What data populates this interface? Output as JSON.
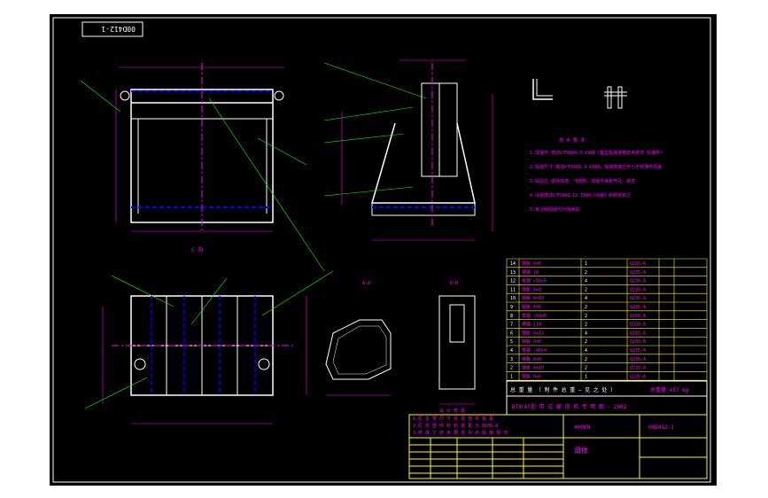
{
  "drawing": {
    "drawing_code_stamp": "00D412-1",
    "view_label_c": "C 向",
    "section_label_aa": "A-A",
    "section_label_bb": "B-B",
    "tech_req_title": "技 术 要 求",
    "tech_req_lines": [
      "1.焊接件 按JB/T5000.3-1998《重型机械通用技术条件 焊接件》",
      "2.焊缝尺寸 按JB/T5000.3-1998，焊缝高度应不小于较薄件厚度",
      "3.焊后应 去除焊渣、飞溅物，焊缝不得有气孔、夹渣",
      "4.涂装按JB/T5000.12-1998《涂装》的规定执行",
      "5.未注明焊缝均为连续焊"
    ]
  },
  "parts_table": {
    "rows": [
      {
        "no": "14",
        "name": "钢板 δ=6",
        "qty": "1",
        "mat": "Q235-A"
      },
      {
        "no": "13",
        "name": "槽钢 [8",
        "qty": "2",
        "mat": "Q235-A"
      },
      {
        "no": "12",
        "name": "角钢 ∠50×5",
        "qty": "4",
        "mat": "Q235-A"
      },
      {
        "no": "11",
        "name": "钢板 δ=8",
        "qty": "2",
        "mat": "Q235-A"
      },
      {
        "no": "10",
        "name": "钢板 δ=10",
        "qty": "4",
        "mat": "Q235-A"
      },
      {
        "no": "9",
        "name": "钢板 δ=6",
        "qty": "2",
        "mat": "Q235-A"
      },
      {
        "no": "8",
        "name": "角钢 ∠63×6",
        "qty": "2",
        "mat": "Q235-A"
      },
      {
        "no": "7",
        "name": "槽钢 [10",
        "qty": "2",
        "mat": "Q235-A"
      },
      {
        "no": "6",
        "name": "钢板 δ=12",
        "qty": "4",
        "mat": "Q235-A"
      },
      {
        "no": "5",
        "name": "钢板 δ=6",
        "qty": "2",
        "mat": "Q235-A"
      },
      {
        "no": "4",
        "name": "角钢 ∠40×4",
        "qty": "4",
        "mat": "Q235-A"
      },
      {
        "no": "3",
        "name": "钢板 δ=8",
        "qty": "2",
        "mat": "Q235-A"
      },
      {
        "no": "2",
        "name": "钢板 δ=10",
        "qty": "2",
        "mat": "Q235-A"
      },
      {
        "no": "1",
        "name": "钢板 δ=6",
        "qty": "1",
        "mat": "Q235-A"
      }
    ],
    "weight_row_left": "总 重 量 （ 附 件 总 重 — 见 之 处 ）",
    "weight_row_right": "总重量 457 kg"
  },
  "title_block": {
    "series_title": "DTⅡ(A)型 带 式 输 送 机 专 用 图 - 2002",
    "size": "400KN",
    "drawing_no": "00D412-1",
    "part_name": "滑体"
  },
  "revision_table": {
    "header": "设 计 修 改",
    "rows": [
      "1.原 主 要 尺 寸 及 零 部 件 变 更",
      "2.原 零 部 件 材 料 变 更 为 Q235-A",
      "3.修 改 了 技 术 要 求 中 的 焊 接 规 范"
    ]
  },
  "colors": {
    "paper": "#000000",
    "frame": "#ffffff",
    "table_lines": "#ffff00",
    "annotation": "#ff00ff",
    "leader": "#00ff00",
    "hidden_line": "#0000ff"
  }
}
